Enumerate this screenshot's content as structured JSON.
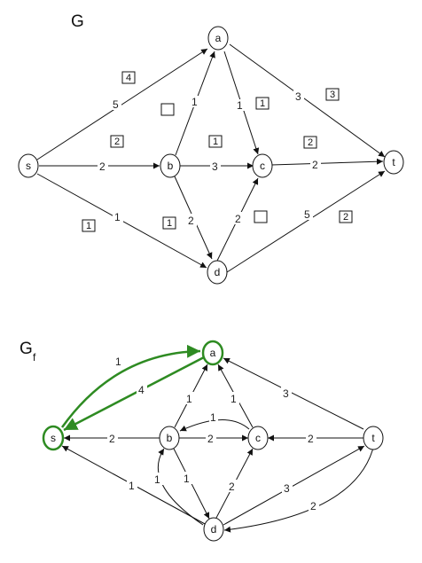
{
  "graph_g": {
    "title": "G",
    "nodes": [
      {
        "id": "s",
        "label": "s"
      },
      {
        "id": "a",
        "label": "a"
      },
      {
        "id": "b",
        "label": "b"
      },
      {
        "id": "c",
        "label": "c"
      },
      {
        "id": "d",
        "label": "d"
      },
      {
        "id": "t",
        "label": "t"
      }
    ],
    "edges": [
      {
        "from": "s",
        "to": "a",
        "capacity": "5",
        "flow": "4"
      },
      {
        "from": "s",
        "to": "b",
        "capacity": "2",
        "flow": "2"
      },
      {
        "from": "s",
        "to": "d",
        "capacity": "1",
        "flow": "1"
      },
      {
        "from": "b",
        "to": "a",
        "capacity": "1",
        "flow": ""
      },
      {
        "from": "a",
        "to": "c",
        "capacity": "1",
        "flow": "1"
      },
      {
        "from": "a",
        "to": "t",
        "capacity": "3",
        "flow": "3"
      },
      {
        "from": "b",
        "to": "c",
        "capacity": "3",
        "flow": "1"
      },
      {
        "from": "b",
        "to": "d",
        "capacity": "2",
        "flow": "1"
      },
      {
        "from": "d",
        "to": "c",
        "capacity": "2",
        "flow": ""
      },
      {
        "from": "c",
        "to": "t",
        "capacity": "2",
        "flow": "2"
      },
      {
        "from": "d",
        "to": "t",
        "capacity": "5",
        "flow": "2"
      }
    ]
  },
  "graph_gf": {
    "title": "G",
    "title_subscript": "f",
    "highlight_color": "#2e8b22",
    "edges": [
      {
        "from": "s",
        "to": "a",
        "capacity": "1",
        "highlight": true
      },
      {
        "from": "a",
        "to": "s",
        "capacity": "4",
        "highlight": true
      },
      {
        "from": "b",
        "to": "a",
        "capacity": "1"
      },
      {
        "from": "c",
        "to": "a",
        "capacity": "1"
      },
      {
        "from": "t",
        "to": "a",
        "capacity": "3"
      },
      {
        "from": "b",
        "to": "s",
        "capacity": "2"
      },
      {
        "from": "b",
        "to": "c",
        "capacity": "2"
      },
      {
        "from": "c",
        "to": "b",
        "capacity": "1"
      },
      {
        "from": "t",
        "to": "c",
        "capacity": "2"
      },
      {
        "from": "d",
        "to": "s",
        "capacity": "1"
      },
      {
        "from": "d",
        "to": "b",
        "capacity": "1"
      },
      {
        "from": "b",
        "to": "d",
        "capacity": "1"
      },
      {
        "from": "d",
        "to": "c",
        "capacity": "2"
      },
      {
        "from": "d",
        "to": "t",
        "capacity": "3"
      },
      {
        "from": "t",
        "to": "d",
        "capacity": "2"
      }
    ]
  }
}
